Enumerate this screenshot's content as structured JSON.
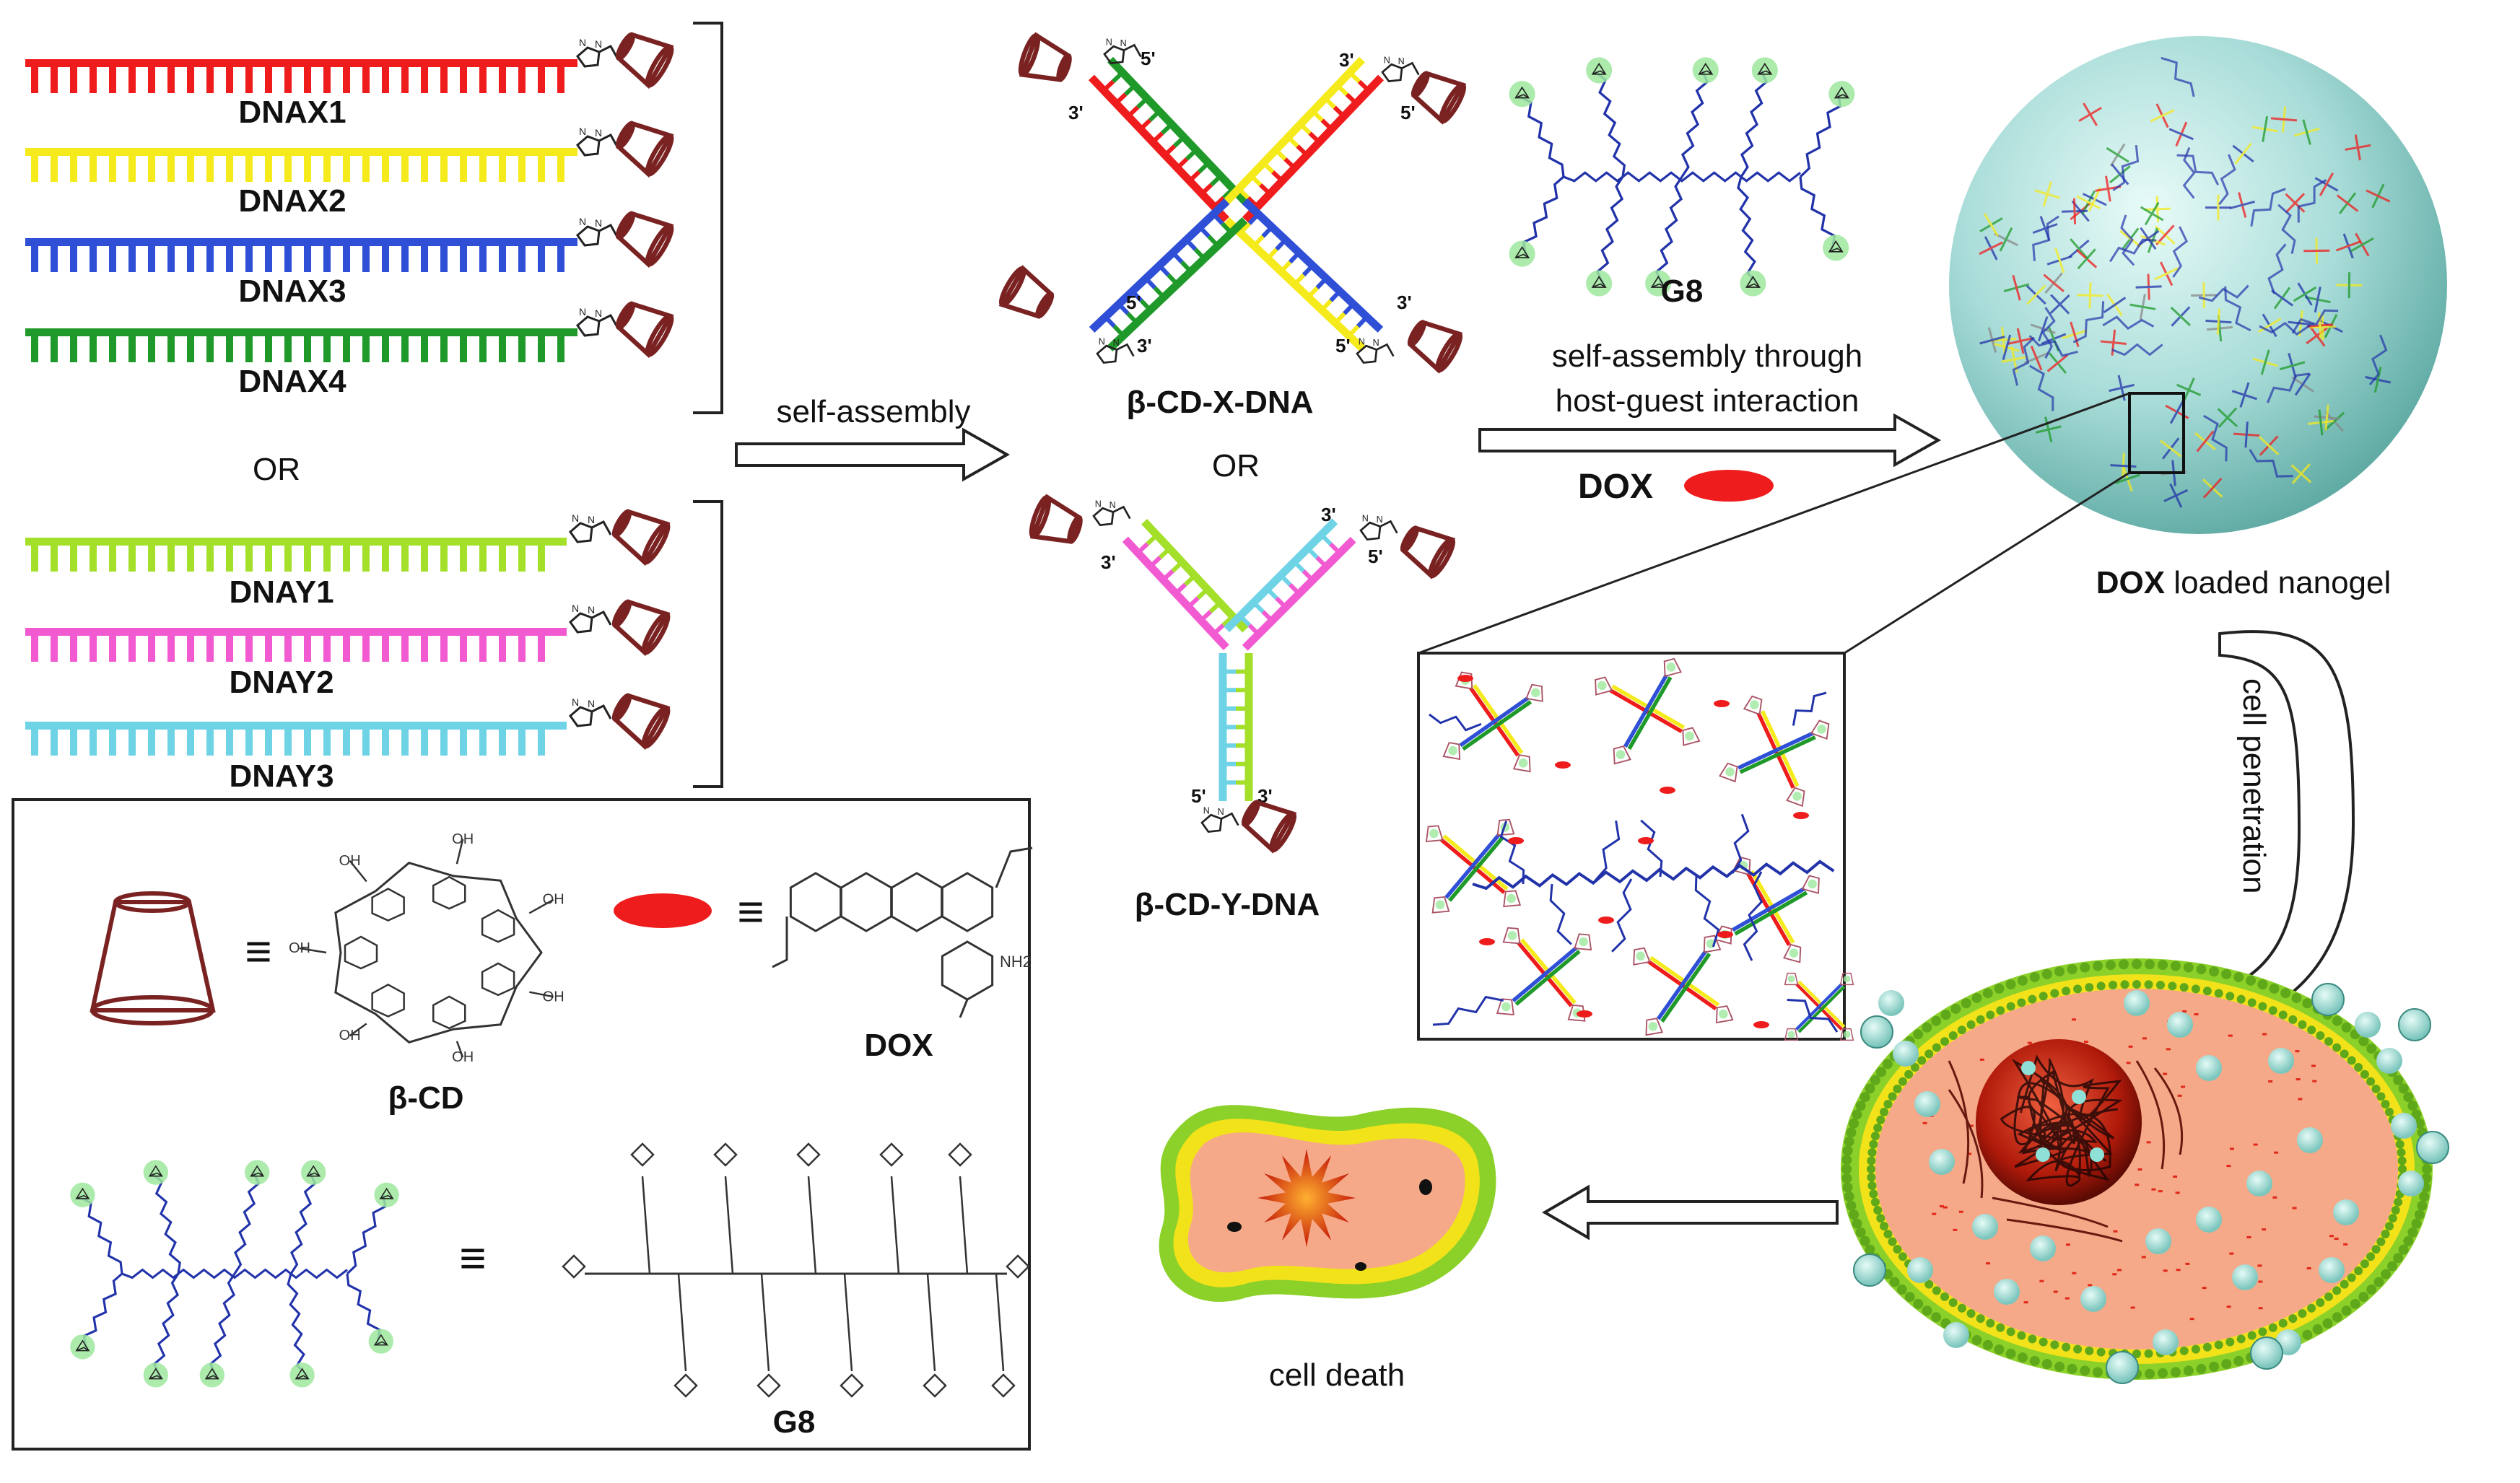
{
  "strands_x": [
    {
      "label": "DNAX1",
      "color": "#ee1c1c"
    },
    {
      "label": "DNAX2",
      "color": "#f5ea1b"
    },
    {
      "label": "DNAX3",
      "color": "#2e4fd6"
    },
    {
      "label": "DNAX4",
      "color": "#1f9a2a"
    }
  ],
  "or_label": "OR",
  "strands_y": [
    {
      "label": "DNAY1",
      "color": "#a4df2a"
    },
    {
      "label": "DNAY2",
      "color": "#f25ad2"
    },
    {
      "label": "DNAY3",
      "color": "#6fd3e6"
    }
  ],
  "step1_label": "self-assembly",
  "x_dna_label": "β-CD-X-DNA",
  "or_label_mid": "OR",
  "y_dna_label": "β-CD-Y-DNA",
  "end_labels": {
    "five": "5'",
    "three": "3'"
  },
  "g8_label": "G8",
  "step2_line1": "self-assembly through",
  "step2_line2": "host-guest interaction",
  "dox_label": "DOX",
  "nanogel_label_bold": "DOX",
  "nanogel_label_rest": " loaded  nanogel",
  "cell_penetration": "cell penetration",
  "cell_death": "cell death",
  "legend": {
    "beta_cd": "β-CD",
    "dox": "DOX",
    "g8": "G8",
    "equiv": "≡",
    "oh_groups": [
      "OH",
      "OH",
      "OH",
      "OH",
      "OH",
      "OH",
      "OH"
    ],
    "nh2": "NH2"
  },
  "colors": {
    "cup": "#7a2222",
    "dox_pill": "#ee1c1c",
    "g8_chain": "#2233aa",
    "glow": "#9ee89e",
    "membrane_outer": "#8cd02a",
    "membrane_inner": "#f2e21a",
    "cytoplasm": "#f5a988",
    "nucleus": "#b01a0a",
    "nanogel": "#a8dcd8"
  }
}
